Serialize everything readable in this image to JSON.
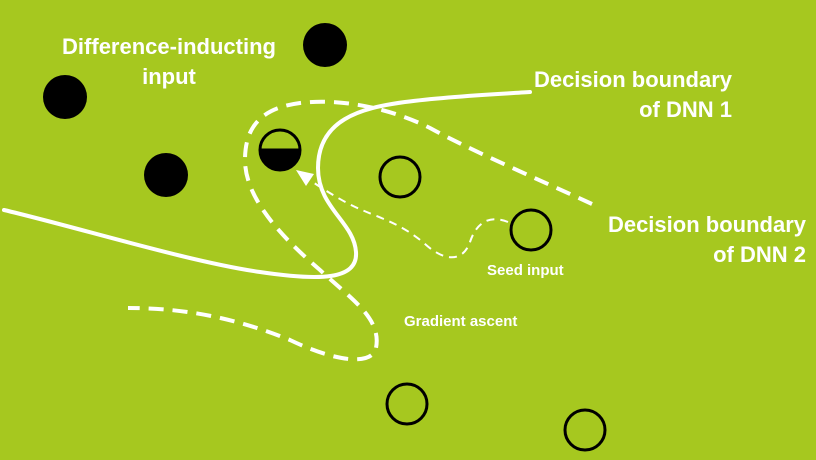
{
  "labels": {
    "difference_inducing_line1": "Difference-inducting",
    "difference_inducing_line2": "input",
    "dnn1_line1": "Decision boundary",
    "dnn1_line2": "of DNN 1",
    "dnn2_line1": "Decision boundary",
    "dnn2_line2": "of DNN 2",
    "seed_input": "Seed input",
    "gradient_ascent": "Gradient ascent"
  },
  "colors": {
    "background": "#a6c81f",
    "foreground": "#ffffff",
    "point": "#000000"
  }
}
